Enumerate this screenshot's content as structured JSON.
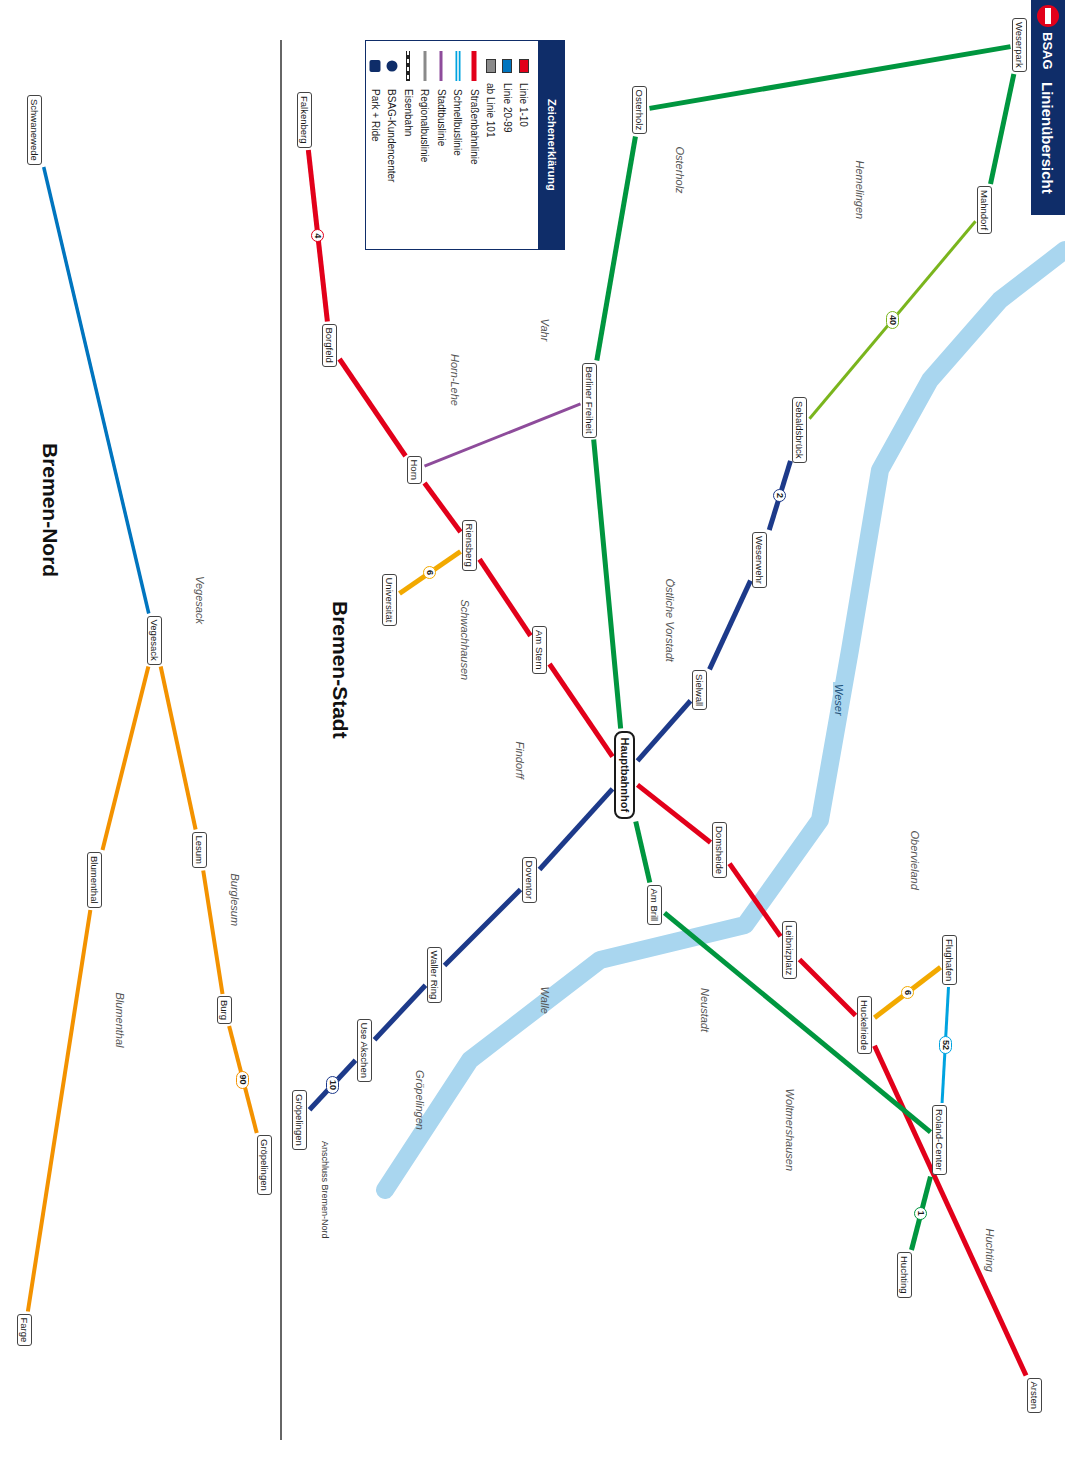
{
  "diagram": {
    "title": "Linienübersicht",
    "nodes": [
      {
        "text": [
          "Schwanewede"
        ]
      },
      {
        "text": [
          "Vegesack"
        ]
      },
      {
        "text": [
          "Blumenthal"
        ]
      },
      {
        "text": [
          "Farge"
        ]
      },
      {
        "text": [
          "Lesum"
        ]
      },
      {
        "text": [
          "Burg"
        ]
      },
      {
        "text": [
          "Gröpelingen"
        ]
      },
      {
        "text": [
          "Falkenberg"
        ]
      },
      {
        "text": [
          "Borgfeld"
        ]
      },
      {
        "text": [
          "Horn"
        ]
      },
      {
        "text": [
          "Riensberg"
        ]
      },
      {
        "text": [
          "Universität"
        ]
      },
      {
        "text": [
          "Am Stern"
        ]
      },
      {
        "text": [
          "Hauptbahnhof"
        ]
      },
      {
        "text": [
          "Am Brill"
        ]
      },
      {
        "text": [
          "Domsheide"
        ]
      },
      {
        "text": [
          "Leibnizplatz"
        ]
      },
      {
        "text": [
          "Huckelriede"
        ]
      },
      {
        "text": [
          "Flughafen"
        ]
      },
      {
        "text": [
          "Arsten"
        ]
      },
      {
        "text": [
          "Roland-Center"
        ]
      },
      {
        "text": [
          "Huchting"
        ]
      },
      {
        "text": [
          "Gröpelingen"
        ]
      },
      {
        "text": [
          "Use Akschen"
        ]
      },
      {
        "text": [
          "Waller Ring"
        ]
      },
      {
        "text": [
          "Doventor"
        ]
      },
      {
        "text": [
          "Sielwall"
        ]
      },
      {
        "text": [
          "Weserwehr"
        ]
      },
      {
        "text": [
          "Sebaldsbrück"
        ]
      },
      {
        "text": [
          "Berliner Freiheit"
        ]
      },
      {
        "text": [
          "Osterholz"
        ]
      },
      {
        "text": [
          "Weserpark"
        ]
      },
      {
        "text": [
          "Mahndorf"
        ]
      }
    ],
    "edges": [
      {
        "from": 6,
        "to": 5,
        "arrow": "none",
        "label": "90"
      },
      {
        "from": 5,
        "to": 4,
        "arrow": "none"
      },
      {
        "from": 4,
        "to": 1,
        "arrow": "none"
      },
      {
        "from": 1,
        "to": 2,
        "arrow": "none"
      },
      {
        "from": 2,
        "to": 3,
        "arrow": "none"
      },
      {
        "from": 1,
        "to": 0,
        "arrow": "none"
      },
      {
        "from": 7,
        "to": 8,
        "arrow": "none",
        "label": "4"
      },
      {
        "from": 8,
        "to": 9,
        "arrow": "none"
      },
      {
        "from": 9,
        "to": 10,
        "arrow": "none"
      },
      {
        "from": 10,
        "to": 12,
        "arrow": "none"
      },
      {
        "from": 12,
        "to": 13,
        "arrow": "none"
      },
      {
        "from": 13,
        "to": 15,
        "arrow": "none"
      },
      {
        "from": 15,
        "to": 16,
        "arrow": "none"
      },
      {
        "from": 16,
        "to": 17,
        "arrow": "none"
      },
      {
        "from": 17,
        "to": 19,
        "arrow": "none"
      },
      {
        "from": 10,
        "to": 11,
        "arrow": "none",
        "label": "6"
      },
      {
        "from": 17,
        "to": 18,
        "arrow": "none",
        "label": "6"
      },
      {
        "from": 21,
        "to": 20,
        "arrow": "none",
        "label": "1"
      },
      {
        "from": 20,
        "to": 14,
        "arrow": "none"
      },
      {
        "from": 14,
        "to": 13,
        "arrow": "none"
      },
      {
        "from": 13,
        "to": 29,
        "arrow": "none"
      },
      {
        "from": 29,
        "to": 30,
        "arrow": "none"
      },
      {
        "from": 30,
        "to": 31,
        "arrow": "none"
      },
      {
        "from": 31,
        "to": 32,
        "arrow": "none"
      },
      {
        "from": 22,
        "to": 23,
        "arrow": "none",
        "label": "10"
      },
      {
        "from": 23,
        "to": 24,
        "arrow": "none"
      },
      {
        "from": 24,
        "to": 25,
        "arrow": "none"
      },
      {
        "from": 25,
        "to": 13,
        "arrow": "none"
      },
      {
        "from": 13,
        "to": 26,
        "arrow": "none"
      },
      {
        "from": 26,
        "to": 27,
        "arrow": "none"
      },
      {
        "from": 27,
        "to": 28,
        "arrow": "none",
        "label": "2"
      },
      {
        "from": 28,
        "to": 32,
        "arrow": "none",
        "label": "40"
      },
      {
        "from": 9,
        "to": 29,
        "arrow": "none"
      },
      {
        "from": 18,
        "to": 20,
        "arrow": "none",
        "label": "52"
      }
    ],
    "labels": [
      "BSAG",
      "Bremen-Nord",
      "Bremen-Stadt",
      "Zeichenerklärung",
      "Burglesum",
      "Vegesack",
      "Blumenthal",
      "Gröpelingen",
      "Walle",
      "Findorff",
      "Schwachhausen",
      "Horn-Lehe",
      "Vahr",
      "Osterholz",
      "Hemelingen",
      "Östliche Vorstadt",
      "Neustadt",
      "Obervieland",
      "Huchting",
      "Woltmershausen",
      "Weser",
      "Anschluss Bremen-Nord"
    ],
    "legend": [
      {
        "text": "Linie 1-10",
        "color": "#e2001a"
      },
      {
        "text": "Linie 20-99",
        "color": "#0075bf"
      },
      {
        "text": "ab Linie 101",
        "color": "#8a8a8a"
      },
      {
        "text": "Straßenbahnlinie"
      },
      {
        "text": "Schnellbuslinie"
      },
      {
        "text": "Stadtbuslinie"
      },
      {
        "text": "Regionalbuslinie"
      },
      {
        "text": "Eisenbahn"
      },
      {
        "text": "BSAG-Kundencenter"
      },
      {
        "text": "Park + Ride"
      }
    ]
  }
}
